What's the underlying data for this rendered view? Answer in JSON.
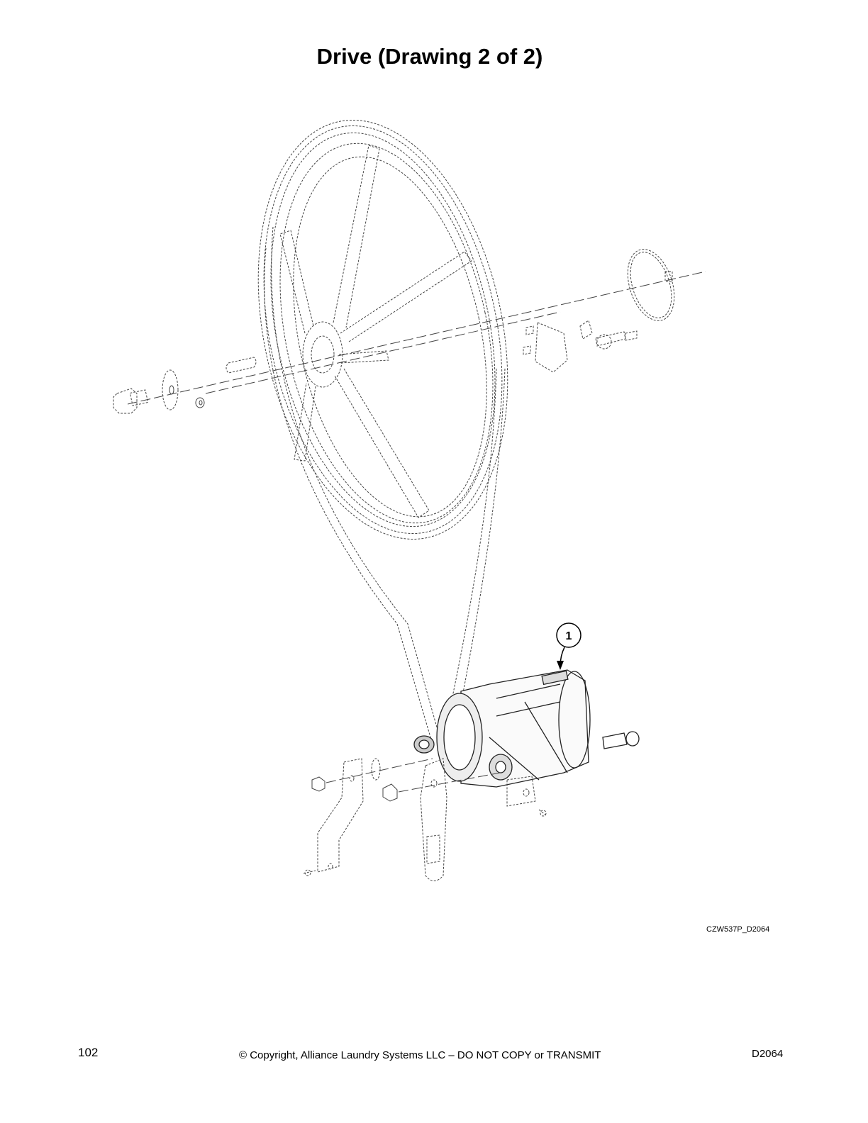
{
  "page": {
    "title": "Drive (Drawing 2 of 2)",
    "drawing_code": "CZW537P_D2064",
    "page_number": "102",
    "copyright": "© Copyright, Alliance Laundry Systems LLC – DO NOT COPY or TRANSMIT",
    "doc_code": "D2064"
  },
  "diagram": {
    "callouts": [
      {
        "number": "1"
      }
    ]
  }
}
